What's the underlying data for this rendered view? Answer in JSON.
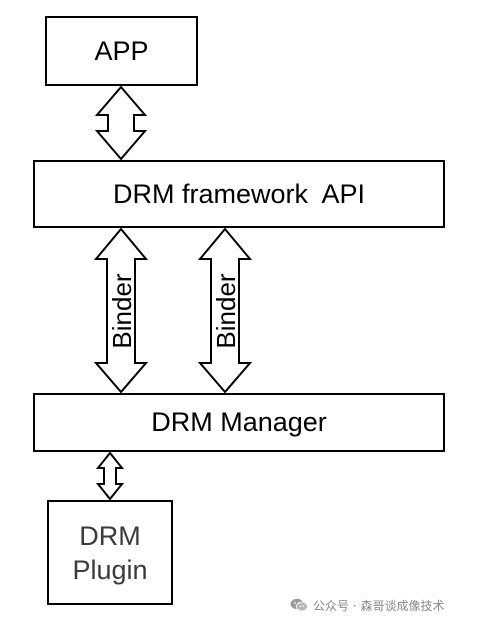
{
  "diagram": {
    "app_label": "APP",
    "framework_label": "DRM framework  API",
    "binder_left": "Binder",
    "binder_right": "Binder",
    "manager_label": "DRM Manager",
    "plugin_line1": "DRM",
    "plugin_line2": "Plugin"
  },
  "watermark": {
    "text": "公众号 · 森哥谈成像技术",
    "icon": "wechat-icon"
  },
  "colors": {
    "stroke": "#000000",
    "background": "#ffffff",
    "plugin_text": "#3a3a3a",
    "watermark_text": "#888888"
  }
}
